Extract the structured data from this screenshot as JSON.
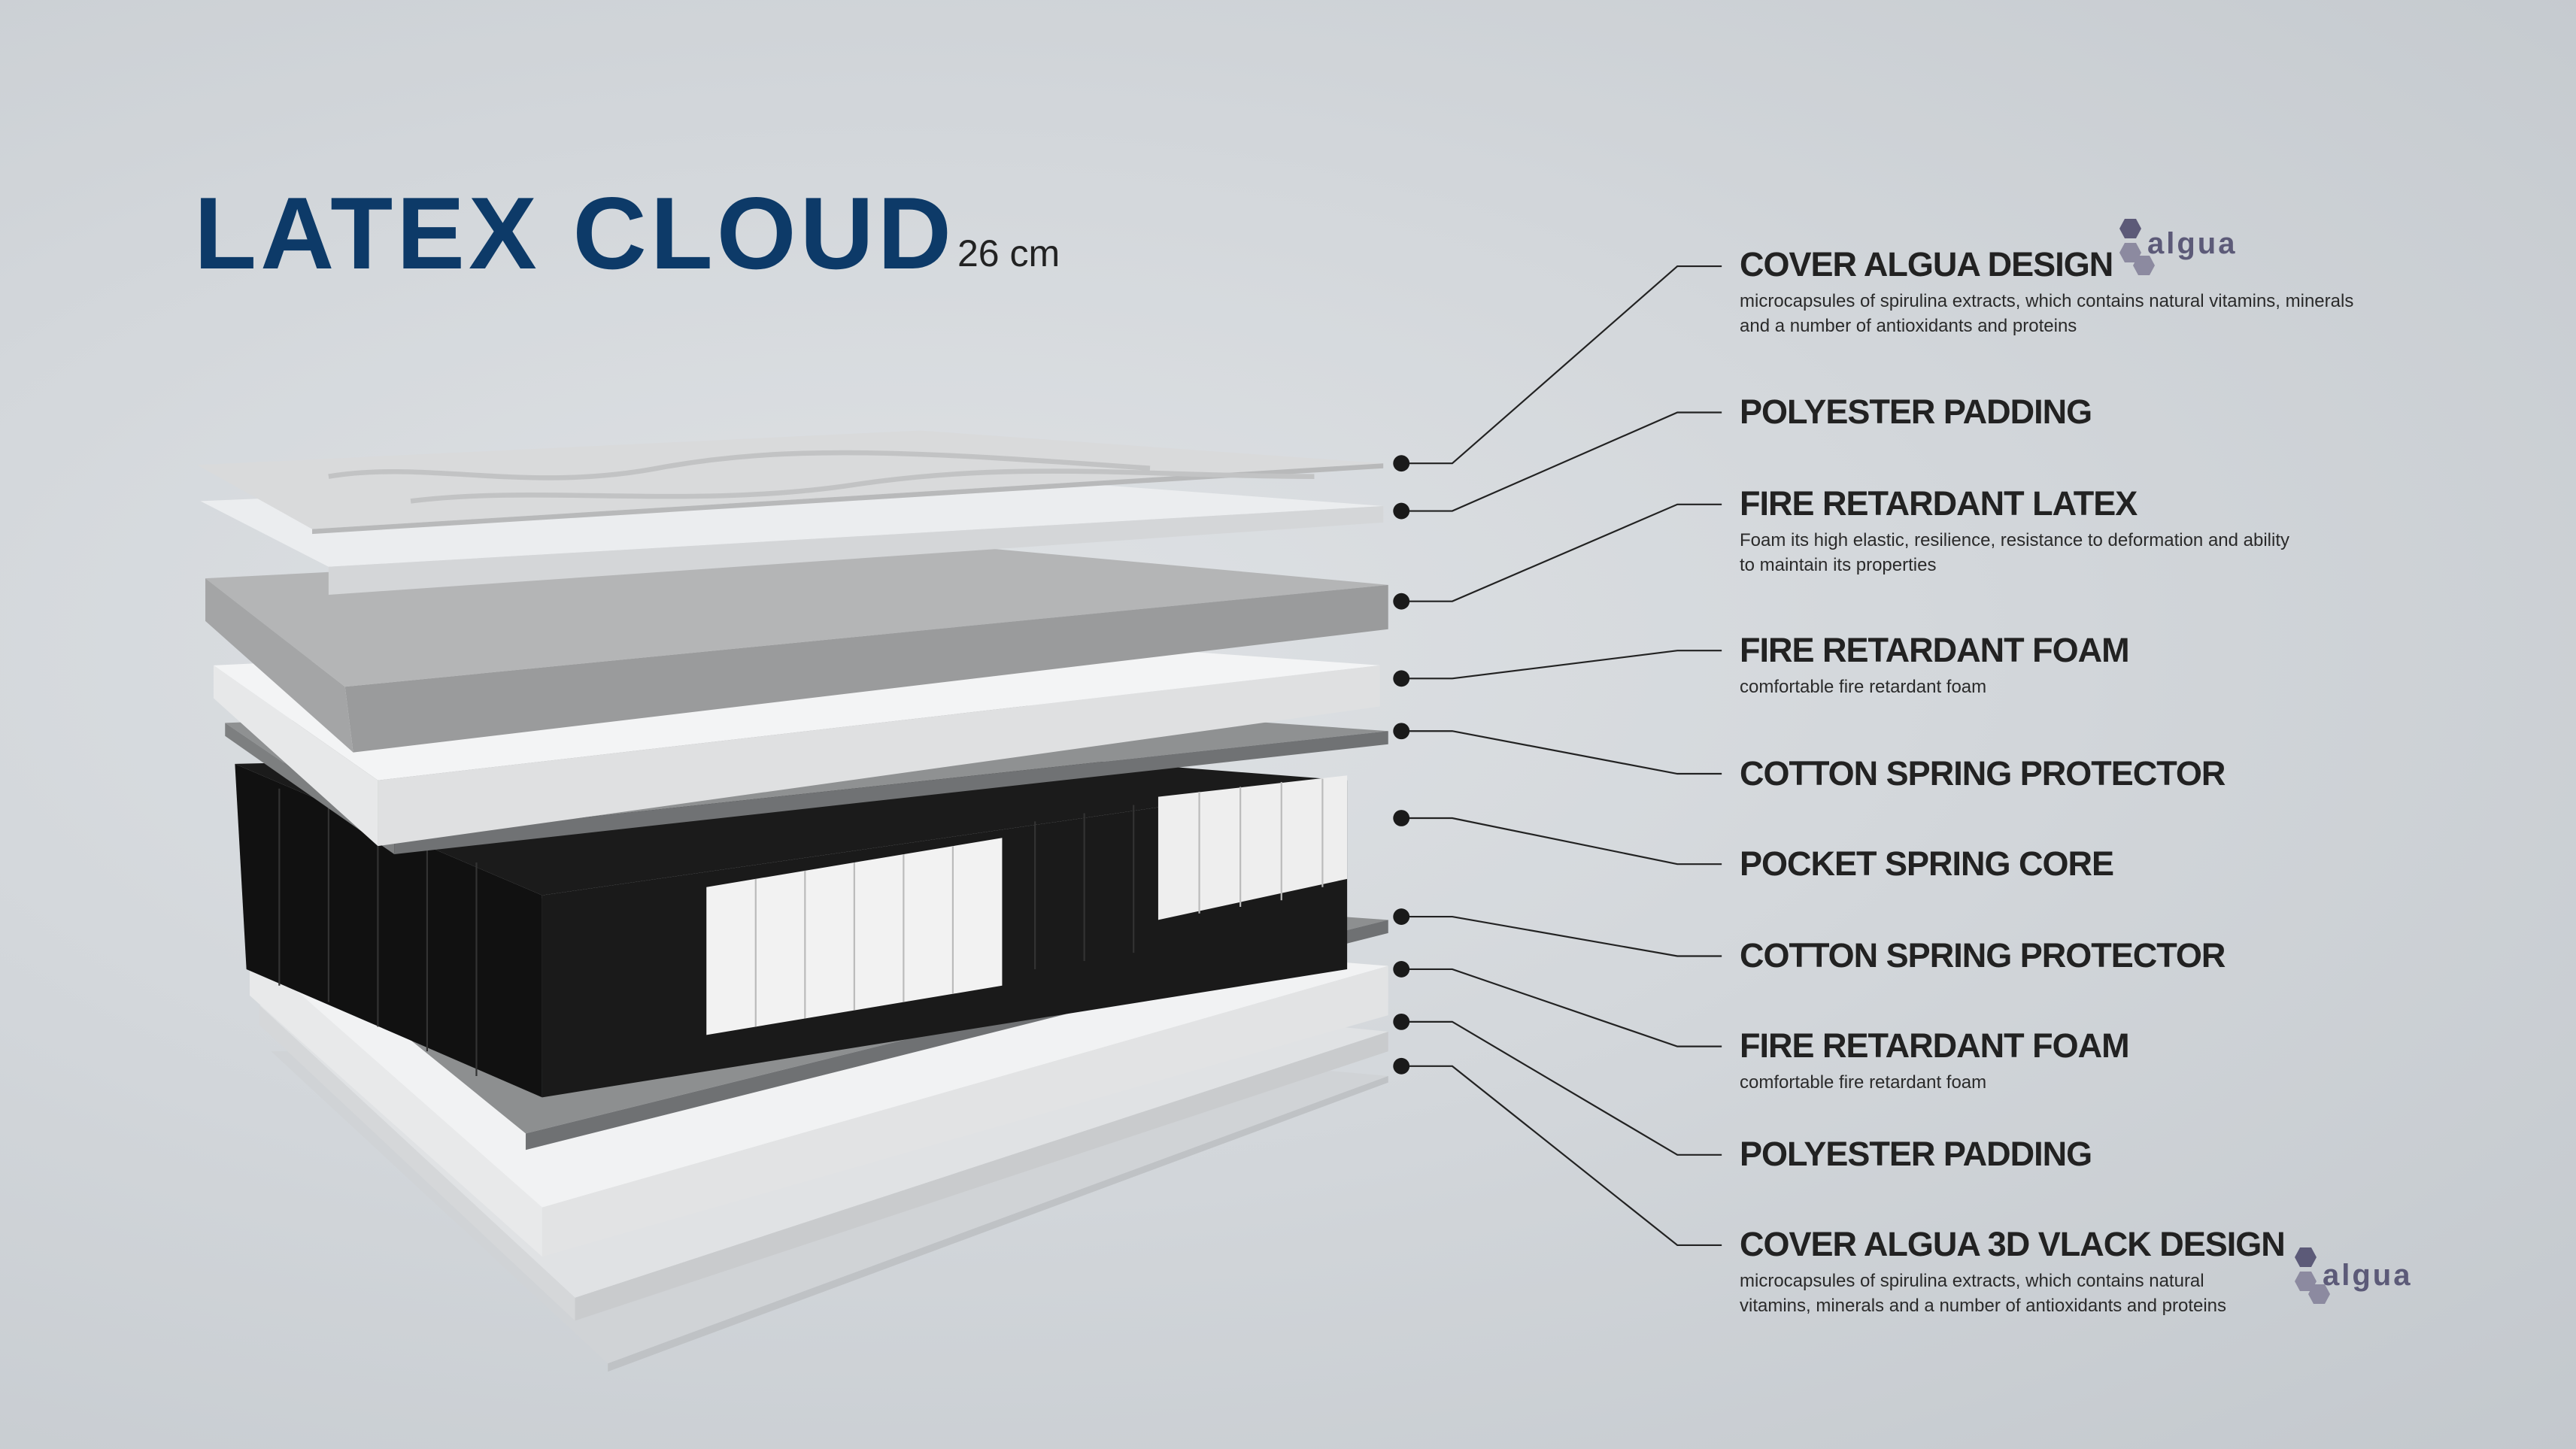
{
  "header": {
    "title": "LATEX CLOUD",
    "height": "26 cm"
  },
  "layers": [
    {
      "title": "COVER ALGUA DESIGN",
      "desc": [
        "microcapsules of spirulina extracts, which contains natural vitamins, minerals",
        "and a number of antioxidants and proteins"
      ],
      "logo": "algua"
    },
    {
      "title": "POLYESTER PADDING"
    },
    {
      "title": "FIRE RETARDANT LATEX",
      "desc": [
        "Foam its high elastic, resilience, resistance to deformation and ability",
        "to maintain its properties"
      ]
    },
    {
      "title": "FIRE RETARDANT FOAM",
      "desc": [
        "comfortable fire retardant foam"
      ]
    },
    {
      "title": "COTTON SPRING PROTECTOR"
    },
    {
      "title": "POCKET SPRING CORE"
    },
    {
      "title": "COTTON SPRING PROTECTOR"
    },
    {
      "title": "FIRE RETARDANT FOAM",
      "desc": [
        "comfortable fire retardant foam"
      ]
    },
    {
      "title": "POLYESTER PADDING"
    },
    {
      "title": "COVER ALGUA 3D VLACK DESIGN",
      "desc": [
        "microcapsules of spirulina extracts, which contains natural",
        "vitamins, minerals and a number of antioxidants and proteins"
      ],
      "logo": "algua"
    }
  ],
  "colors": {
    "title": "#0d3a68",
    "logo": "#5c5a78"
  }
}
